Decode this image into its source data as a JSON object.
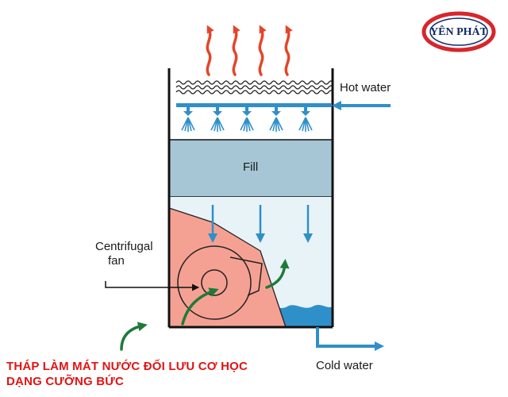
{
  "logo": {
    "text": "YÊN PHÁT",
    "colors": {
      "ring": "#d7262b",
      "text": "#0e2a6a"
    }
  },
  "labels": {
    "hot_water": "Hot water",
    "fill": "Fill",
    "centrifugal_fan_line1": "Centrifugal",
    "centrifugal_fan_line2": "fan",
    "cold_water": "Cold water"
  },
  "caption": {
    "line1": "THÁP LÀM MÁT NƯỚC ĐỐI LƯU CƠ HỌC",
    "line2": "DẠNG CƯỠNG BỨC"
  },
  "colors": {
    "heat_arrows": "#e4452a",
    "water": "#2f8fc9",
    "fill_section": "#a6c6d6",
    "lower_chamber": "#e8f3f8",
    "fan_housing": "#f4a193",
    "air_flow": "#1f7a3a",
    "outline": "#111111",
    "caption": "#e01414"
  }
}
